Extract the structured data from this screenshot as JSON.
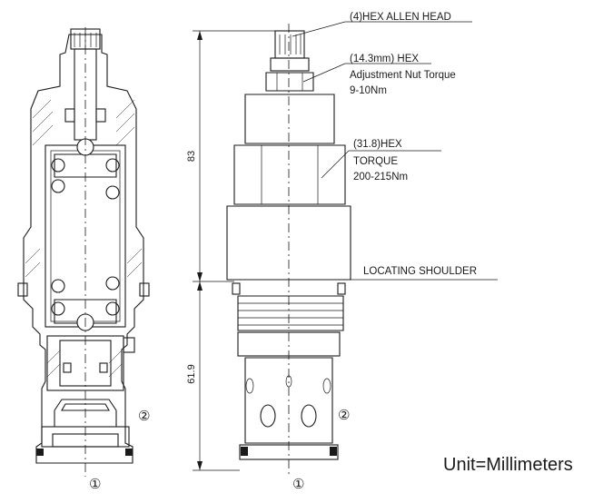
{
  "callouts": {
    "hex_allen_head": "(4)HEX ALLEN HEAD",
    "adjust_hex": "(14.3mm) HEX",
    "adjust_torque_label": "Adjustment Nut Torque",
    "adjust_torque_value": "9-10Nm",
    "body_hex": "(31.8)HEX",
    "body_torque_label": "TORQUE",
    "body_torque_value": "200-215Nm",
    "locating_shoulder": "LOCATING SHOULDER"
  },
  "dimensions": {
    "upper_length": "83",
    "lower_length": "61.9"
  },
  "ports": {
    "port_1": "①",
    "port_2": "②"
  },
  "units": "Unit=Millimeters"
}
